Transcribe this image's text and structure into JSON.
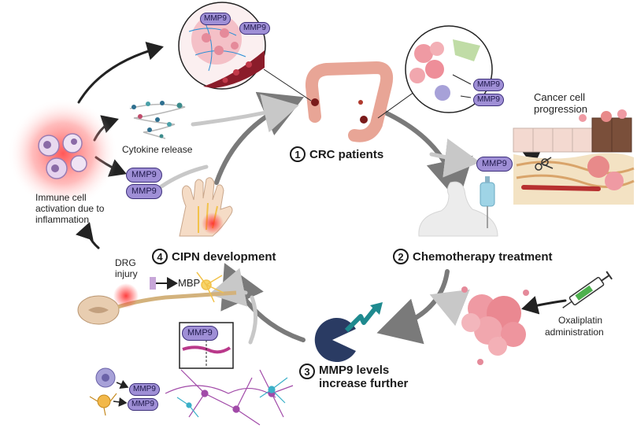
{
  "steps": {
    "s1": {
      "num": "1",
      "label": "CRC patients"
    },
    "s2": {
      "num": "2",
      "label": "Chemotherapy treatment"
    },
    "s3": {
      "num": "3",
      "line1": "MMP9 levels",
      "line2": "increase further"
    },
    "s4": {
      "num": "4",
      "label": "CIPN development"
    }
  },
  "labels": {
    "cytokine": "Cytokine release",
    "immune1": "Immune cell",
    "immune2": "activation  due to",
    "immune3": "inflammation",
    "cancer1": "Cancer cell",
    "cancer2": "progression",
    "drg1": "DRG",
    "drg2": "injury",
    "mbp": "MBP",
    "oxa1": "Oxaliplatin",
    "oxa2": "administration"
  },
  "pill_text": "MMP9",
  "colors": {
    "cycle_arrow": "#7a7a7a",
    "mmp9_pill": "#9f8fd6",
    "inflammation_glow": "#ff3b3b",
    "colon": "#e8a596",
    "tumor": "#e88a8a"
  },
  "icons": [
    "colon-icon",
    "tumor-cluster-icon",
    "patient-iv-icon",
    "syringe-icon",
    "pacman-protease-icon",
    "zigzag-arrow-icon",
    "hand-nerve-icon",
    "spinal-cord-icon",
    "neuron-icon",
    "blood-vessel-icon",
    "scissors-icon"
  ]
}
